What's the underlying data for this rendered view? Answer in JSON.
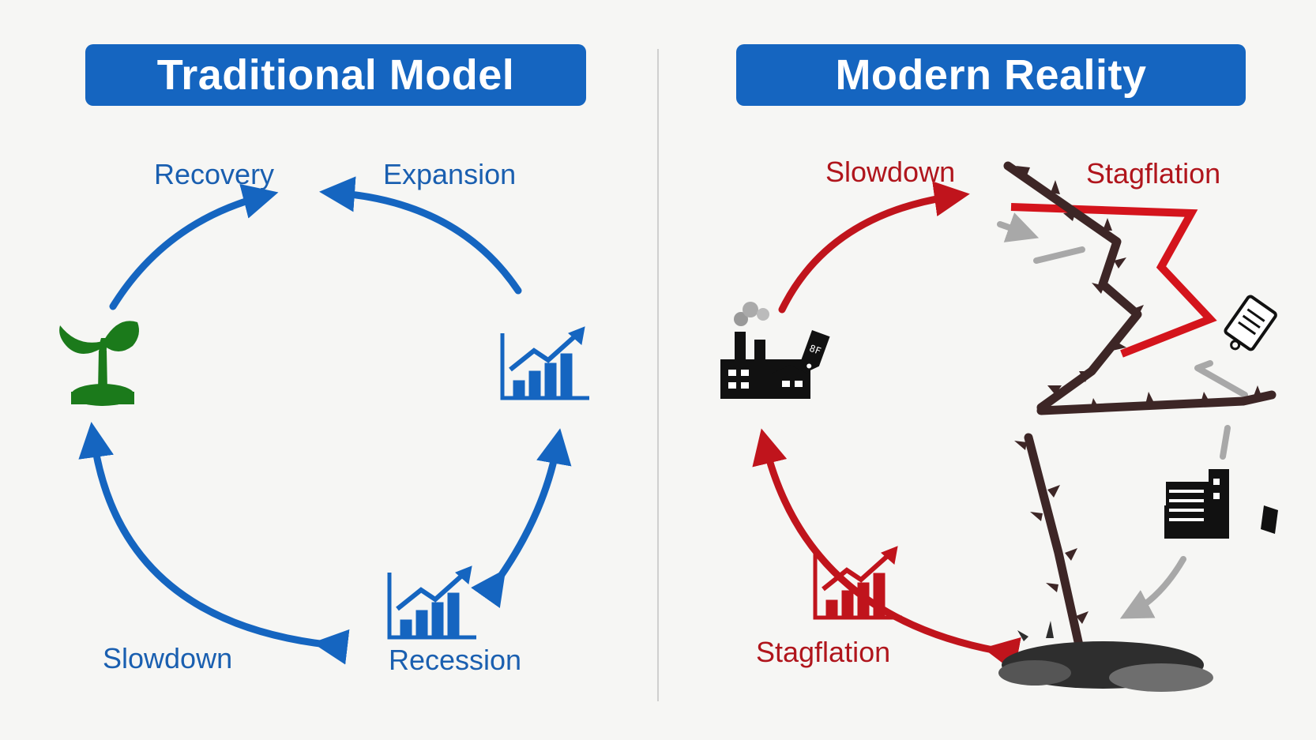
{
  "left_panel": {
    "title": "Traditional Model",
    "stages": {
      "recovery": "Recovery",
      "expansion": "Expansion",
      "slowdown": "Slowdown",
      "recession": "Recession"
    },
    "icons": [
      "sprout-icon",
      "growth-chart-icon",
      "growth-chart-icon"
    ],
    "accent_color": "#1565c0",
    "sprout_color": "#1b7a1b"
  },
  "right_panel": {
    "title": "Modern Reality",
    "stages": {
      "slowdown": "Slowdown",
      "stagflation_top": "Stagflation",
      "stagflation_bottom": "Stagflation"
    },
    "icons": [
      "factory-icon",
      "price-tag-icon",
      "thorny-vine-icon",
      "city-buildings-icon",
      "growth-chart-icon",
      "puddle-icon"
    ],
    "accent_color": "#c0141c",
    "thorn_color": "#3a2424",
    "muted_color": "#a8a8a8"
  }
}
